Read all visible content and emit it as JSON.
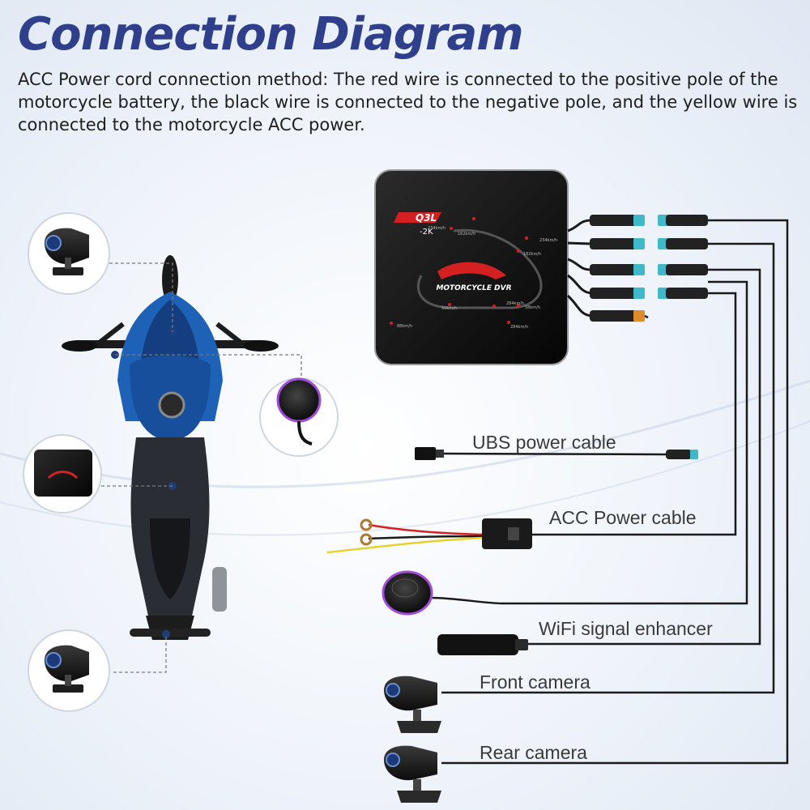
{
  "header": {
    "title": "Connection Diagram",
    "description": "ACC Power cord connection method: The red wire is connected to the positive pole of the motorcycle battery, the black wire is connected to the negative pole, and the yellow wire is connected to the motorcycle ACC power."
  },
  "dvr_box": {
    "model": "Q3L",
    "resolution": "-2K",
    "brand": "MOTORCYCLE DVR",
    "track_speeds": [
      "234km/h",
      "162km/h",
      "234km/h",
      "182km/h",
      "284km/h",
      "58km/h",
      "50km/h",
      "88km/h",
      "284km/h"
    ]
  },
  "components": [
    {
      "id": "usb",
      "label": "UBS power cable"
    },
    {
      "id": "acc",
      "label": "ACC Power cable"
    },
    {
      "id": "wifi",
      "label": "WiFi signal enhancer"
    },
    {
      "id": "front",
      "label": "Front camera"
    },
    {
      "id": "rear",
      "label": "Rear camera"
    }
  ],
  "colors": {
    "title": "#2f3f8c",
    "connector_teal": "#3fb8c9",
    "connector_orange": "#e08a2a",
    "wire_red": "#d42020",
    "wire_yellow": "#e6d22a",
    "moto_blue": "#1e62b8"
  },
  "icons": [
    "camera-icon",
    "button-icon",
    "dvr-box-icon",
    "usb-plug-icon",
    "fuse-box-icon"
  ]
}
